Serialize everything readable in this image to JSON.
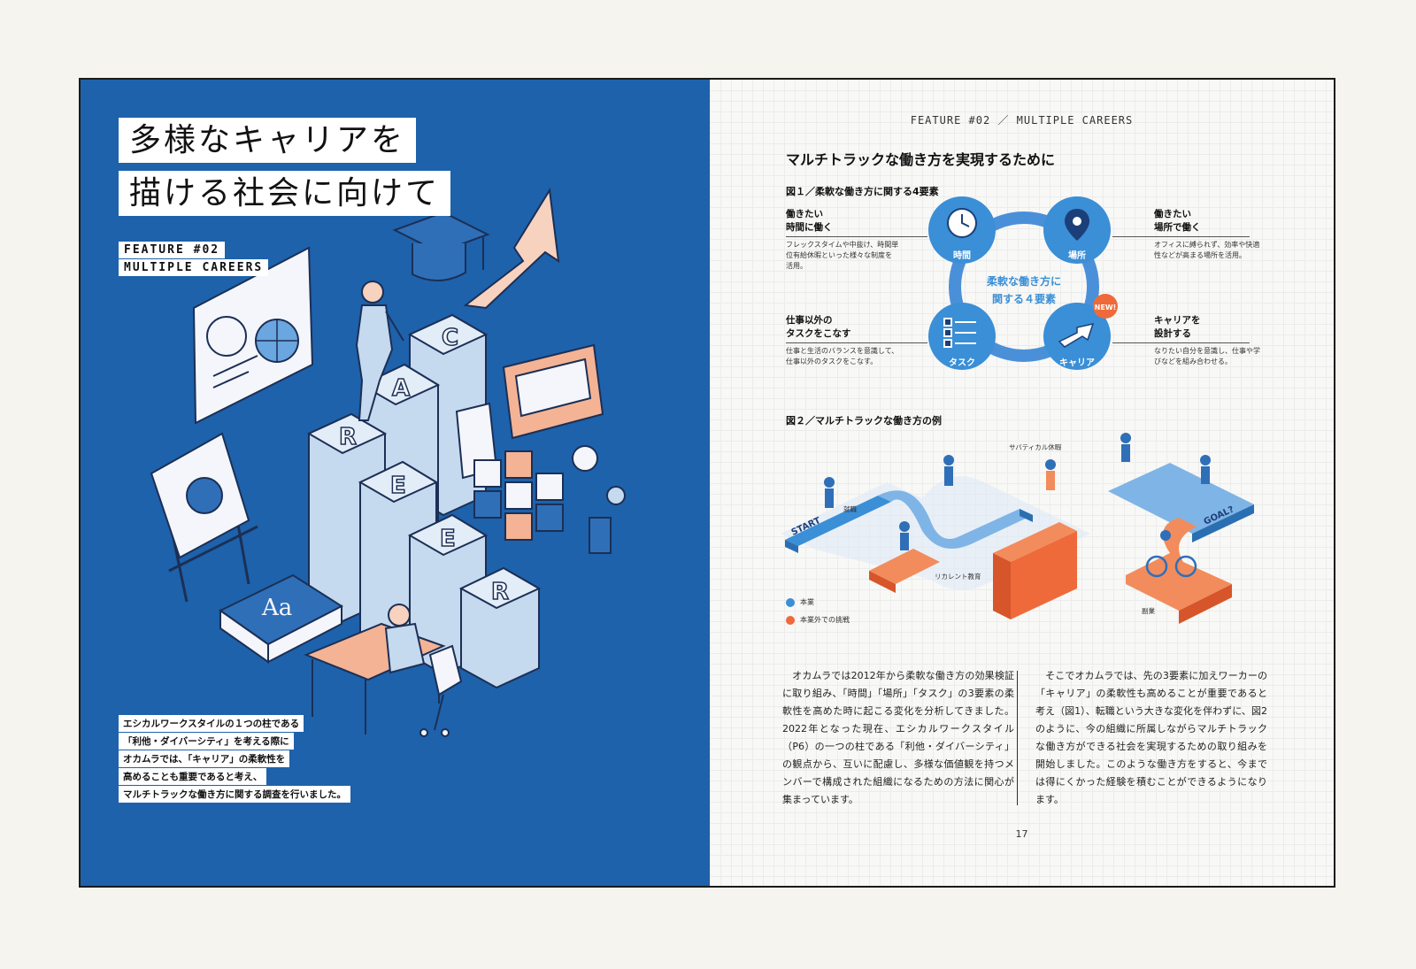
{
  "left": {
    "title_line1": "多様なキャリアを",
    "title_line2": "描ける社会に向けて",
    "tag_line1": "FEATURE #02",
    "tag_line2": "MULTIPLE CAREERS",
    "intro": [
      "エシカルワークスタイルの１つの柱である",
      "「利他・ダイバーシティ」を考える際に",
      "オカムラでは、「キャリア」の柔軟性を",
      "高めることも重要であると考え、",
      "マルチトラックな働き方に関する調査を行いました。"
    ],
    "block_letters": [
      "C",
      "A",
      "R",
      "E",
      "E",
      "R"
    ],
    "book_letter": "Aa"
  },
  "right": {
    "running_head": "FEATURE #02 ／ MULTIPLE CAREERS",
    "section_title": "マルチトラックな働き方を実現するために",
    "fig1_label": "図１／柔軟な働き方に関する4要素",
    "fig1_center_line1": "柔軟な働き方に",
    "fig1_center_line2": "関する４要素",
    "fig1_nodes": {
      "time": "時間",
      "place": "場所",
      "task": "タスク",
      "career": "キャリア"
    },
    "new_badge": "NEW!",
    "elements": {
      "time_title_1": "働きたい",
      "time_title_2": "時間に働く",
      "time_desc_1": "フレックスタイムや中抜け、時間単",
      "time_desc_2": "位有給休暇といった様々な制度を",
      "time_desc_3": "活用。",
      "place_title_1": "働きたい",
      "place_title_2": "場所で働く",
      "place_desc_1": "オフィスに縛られず、効率や快適",
      "place_desc_2": "性などが高まる場所を活用。",
      "task_title_1": "仕事以外の",
      "task_title_2": "タスクをこなす",
      "task_desc_1": "仕事と生活のバランスを意識して、",
      "task_desc_2": "仕事以外のタスクをこなす。",
      "career_title_1": "キャリアを",
      "career_title_2": "設計する",
      "career_desc_1": "なりたい自分を意識し、仕事や学",
      "career_desc_2": "びなどを組み合わせる。"
    },
    "fig2_label": "図２／マルチトラックな働き方の例",
    "fig2": {
      "start": "START",
      "goal": "GOAL?",
      "shushoku": "就職",
      "sabbatical": "サバティカル休暇",
      "recurrent": "リカレント教育",
      "fukugyo": "副業"
    },
    "legend_main": "本業",
    "legend_other": "本業外での挑戦",
    "colors": {
      "main": "#3a8fd6",
      "other": "#ef6a3a",
      "brand": "#1d62ab"
    },
    "col1": "　オカムラでは2012年から柔軟な働き方の効果検証に取り組み、「時間」「場所」「タスク」の3要素の柔軟性を高めた時に起こる変化を分析してきました。2022年となった現在、エシカルワークスタイル（P6）の一つの柱である「利他・ダイバーシティ」の観点から、互いに配慮し、多様な価値観を持つメンバーで構成された組織になるための方法に関心が集まっています。",
    "col2": "　そこでオカムラでは、先の3要素に加えワーカーの「キャリア」の柔軟性も高めることが重要であると考え（図1）、転職という大きな変化を伴わずに、図2のように、今の組織に所属しながらマルチトラックな働き方ができる社会を実現するための取り組みを開始しました。このような働き方をすると、今までは得にくかった経験を積むことができるようになります。",
    "page_number": "17"
  }
}
